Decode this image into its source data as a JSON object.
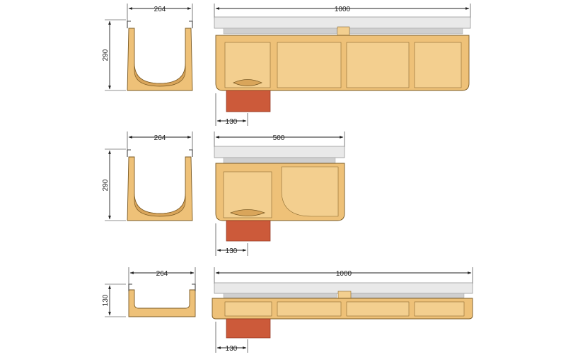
{
  "rows": [
    {
      "section": {
        "width_label": "264",
        "height_label": "290"
      },
      "side": {
        "length_label": "1000",
        "outlet_label": "130"
      }
    },
    {
      "section": {
        "width_label": "264",
        "height_label": "290"
      },
      "side": {
        "length_label": "500",
        "outlet_label": "130"
      }
    },
    {
      "section": {
        "width_label": "264",
        "height_label": "130"
      },
      "side": {
        "length_label": "1000",
        "outlet_label": "130"
      }
    }
  ],
  "colors": {
    "channel": "#eec178",
    "channel_shadow": "#d9a55a",
    "grate": "#e9e9e9",
    "outlet": "#cc5a3a",
    "dimension": "#222222"
  }
}
